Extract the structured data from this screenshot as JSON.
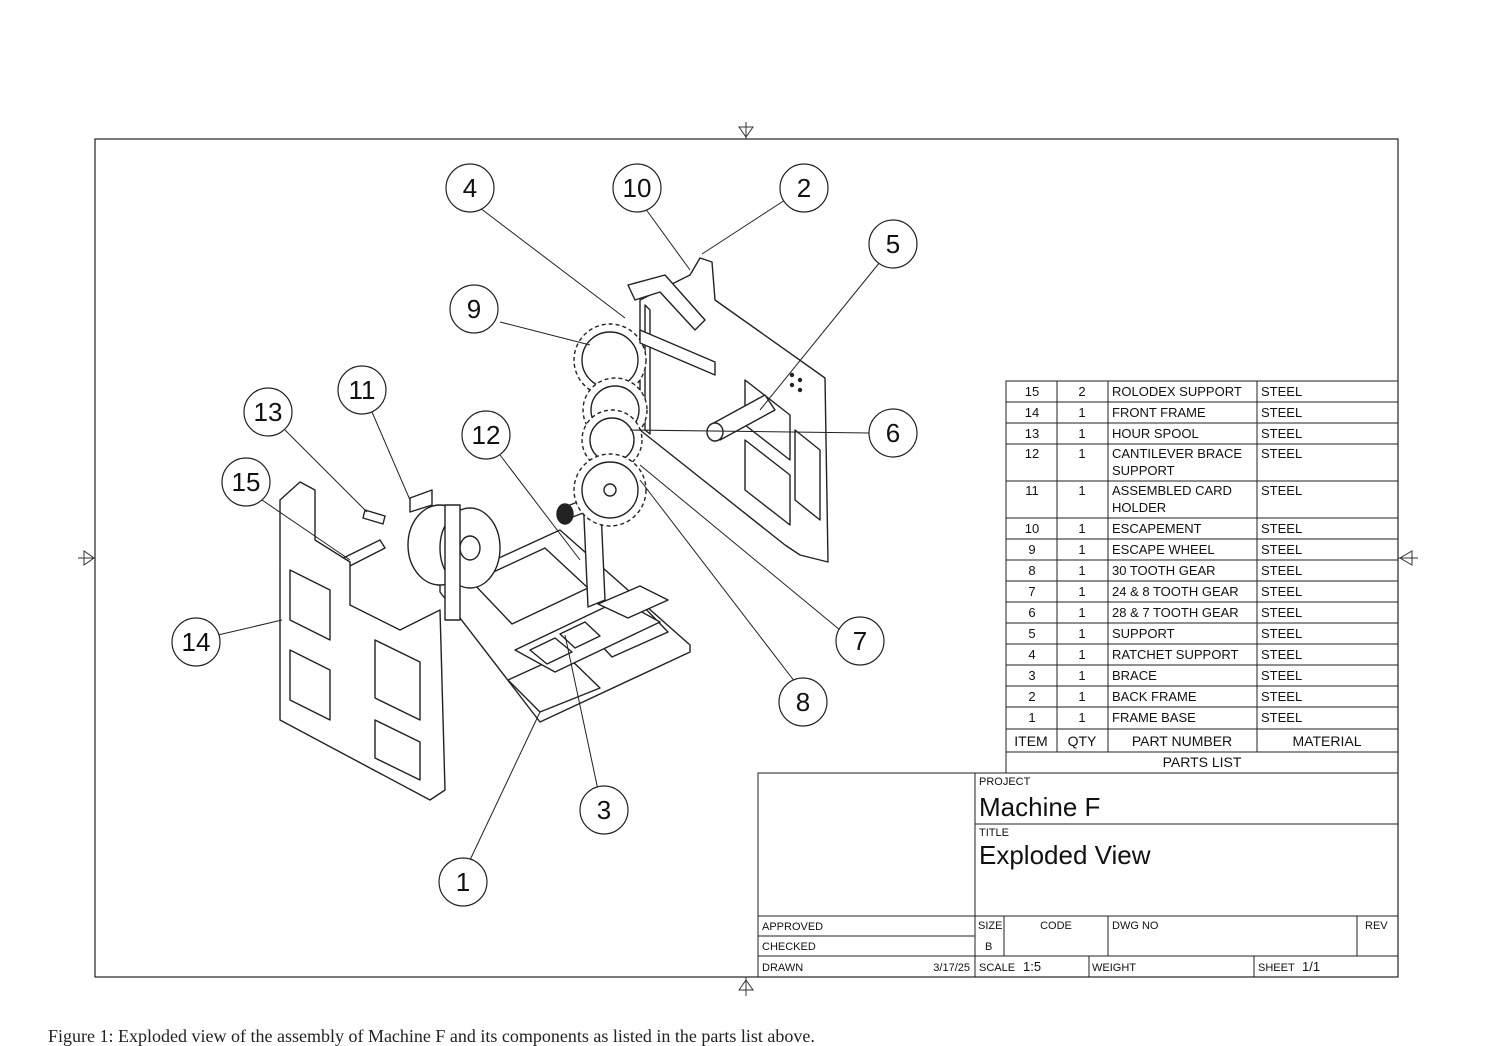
{
  "balloons": [
    {
      "id": "1",
      "label": "1"
    },
    {
      "id": "2",
      "label": "2"
    },
    {
      "id": "3",
      "label": "3"
    },
    {
      "id": "4",
      "label": "4"
    },
    {
      "id": "5",
      "label": "5"
    },
    {
      "id": "6",
      "label": "6"
    },
    {
      "id": "7",
      "label": "7"
    },
    {
      "id": "8",
      "label": "8"
    },
    {
      "id": "9",
      "label": "9"
    },
    {
      "id": "10",
      "label": "10"
    },
    {
      "id": "11",
      "label": "11"
    },
    {
      "id": "12",
      "label": "12"
    },
    {
      "id": "13",
      "label": "13"
    },
    {
      "id": "14",
      "label": "14"
    },
    {
      "id": "15",
      "label": "15"
    }
  ],
  "parts_list": {
    "title": "PARTS LIST",
    "headers": [
      "ITEM",
      "QTY",
      "PART NUMBER",
      "MATERIAL"
    ],
    "rows": [
      {
        "item": "15",
        "qty": "2",
        "part": [
          "ROLODEX SUPPORT"
        ],
        "material": "STEEL"
      },
      {
        "item": "14",
        "qty": "1",
        "part": [
          "FRONT FRAME"
        ],
        "material": "STEEL"
      },
      {
        "item": "13",
        "qty": "1",
        "part": [
          "HOUR SPOOL"
        ],
        "material": "STEEL"
      },
      {
        "item": "12",
        "qty": "1",
        "part": [
          "CANTILEVER BRACE",
          "SUPPORT"
        ],
        "material": "STEEL"
      },
      {
        "item": "11",
        "qty": "1",
        "part": [
          "ASSEMBLED CARD",
          "HOLDER"
        ],
        "material": "STEEL"
      },
      {
        "item": "10",
        "qty": "1",
        "part": [
          "ESCAPEMENT"
        ],
        "material": "STEEL"
      },
      {
        "item": "9",
        "qty": "1",
        "part": [
          "ESCAPE WHEEL"
        ],
        "material": "STEEL"
      },
      {
        "item": "8",
        "qty": "1",
        "part": [
          "30 TOOTH GEAR"
        ],
        "material": "STEEL"
      },
      {
        "item": "7",
        "qty": "1",
        "part": [
          "24 & 8 TOOTH GEAR"
        ],
        "material": "STEEL"
      },
      {
        "item": "6",
        "qty": "1",
        "part": [
          "28 & 7 TOOTH GEAR"
        ],
        "material": "STEEL"
      },
      {
        "item": "5",
        "qty": "1",
        "part": [
          "SUPPORT"
        ],
        "material": "STEEL"
      },
      {
        "item": "4",
        "qty": "1",
        "part": [
          "RATCHET SUPPORT"
        ],
        "material": "STEEL"
      },
      {
        "item": "3",
        "qty": "1",
        "part": [
          "BRACE"
        ],
        "material": "STEEL"
      },
      {
        "item": "2",
        "qty": "1",
        "part": [
          "BACK FRAME"
        ],
        "material": "STEEL"
      },
      {
        "item": "1",
        "qty": "1",
        "part": [
          "FRAME BASE"
        ],
        "material": "STEEL"
      }
    ]
  },
  "title_block": {
    "project_label": "PROJECT",
    "project": "Machine F",
    "title_label": "TITLE",
    "title": "Exploded View",
    "approved_label": "APPROVED",
    "checked_label": "CHECKED",
    "drawn_label": "DRAWN",
    "drawn_date": "3/17/25",
    "size_label": "SIZE",
    "size": "B",
    "code_label": "CODE",
    "dwg_label": "DWG NO",
    "rev_label": "REV",
    "scale_label": "SCALE",
    "scale": "1:5",
    "weight_label": "WEIGHT",
    "sheet_label": "SHEET",
    "sheet": "1/1"
  },
  "caption": "Figure 1: Exploded view of the assembly of Machine F and its components as listed in the parts list above."
}
